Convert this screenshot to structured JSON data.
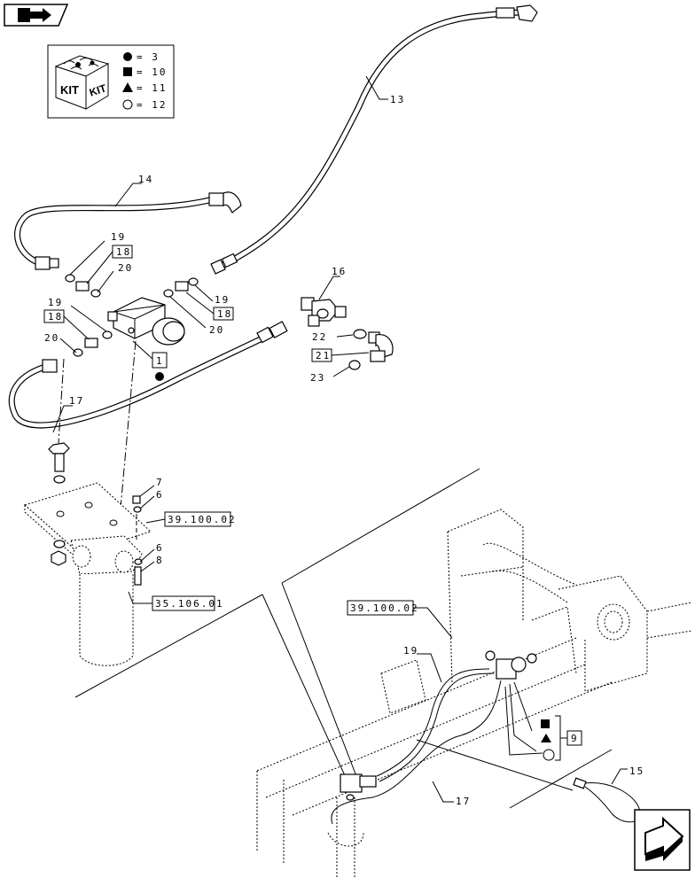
{
  "kit_legend": {
    "icon": "kit-box-icon",
    "kit_labels": [
      "KIT",
      "KIT"
    ],
    "items": [
      {
        "symbol": "filled-circle",
        "text": "= 3"
      },
      {
        "symbol": "filled-square",
        "text": "= 10"
      },
      {
        "symbol": "filled-triangle",
        "text": "= 11"
      },
      {
        "symbol": "open-circle",
        "text": "= 12"
      }
    ]
  },
  "callouts": {
    "c13": "13",
    "c14": "14",
    "c19a": "19",
    "c18a": "18",
    "c20a": "20",
    "c19b": "19",
    "c18b": "18",
    "c20b": "20",
    "c1": "1",
    "c19c": "19",
    "c18c": "18",
    "c20c": "20",
    "c16": "16",
    "c22": "22",
    "c21": "21",
    "c23": "23",
    "c17a": "17",
    "c7": "7",
    "c6a": "6",
    "c6b": "6",
    "c8": "8",
    "ref39a": "39.100.02",
    "ref35": "35.106.01",
    "ref39b": "39.100.02",
    "c19d": "19",
    "c9": "9",
    "c15": "15",
    "c17b": "17"
  },
  "nav": {
    "prev_icon": "previous-page-arrow-icon",
    "next_icon": "next-page-arrow-icon"
  }
}
